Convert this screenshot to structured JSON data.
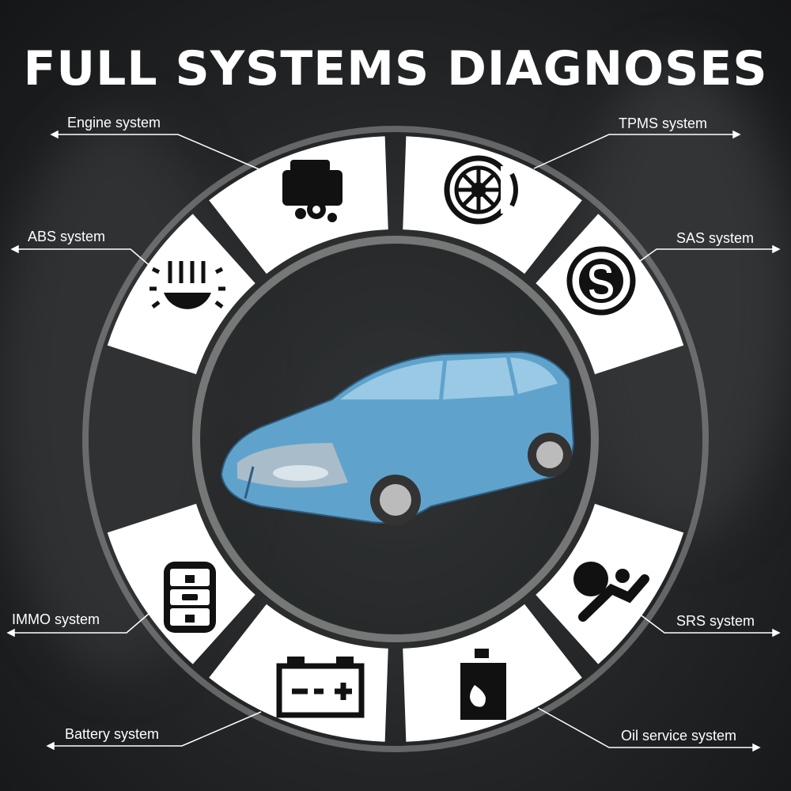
{
  "title": "FULL SYSTEMS DIAGNOSES",
  "systems": [
    {
      "label": "Engine system",
      "icon": "engine-icon"
    },
    {
      "label": "TPMS system",
      "icon": "tire-pressure-icon"
    },
    {
      "label": "ABS system",
      "icon": "abs-heater-icon"
    },
    {
      "label": "SAS system",
      "icon": "steering-angle-s-icon"
    },
    {
      "label": "IMMO system",
      "icon": "key-fob-icon"
    },
    {
      "label": "SRS system",
      "icon": "airbag-icon"
    },
    {
      "label": "Battery system",
      "icon": "battery-icon"
    },
    {
      "label": "Oil service system",
      "icon": "oil-can-icon"
    }
  ],
  "colors": {
    "segment": "#ffffff",
    "ring": "#8a8a8a",
    "car": "#5fa3cc"
  }
}
